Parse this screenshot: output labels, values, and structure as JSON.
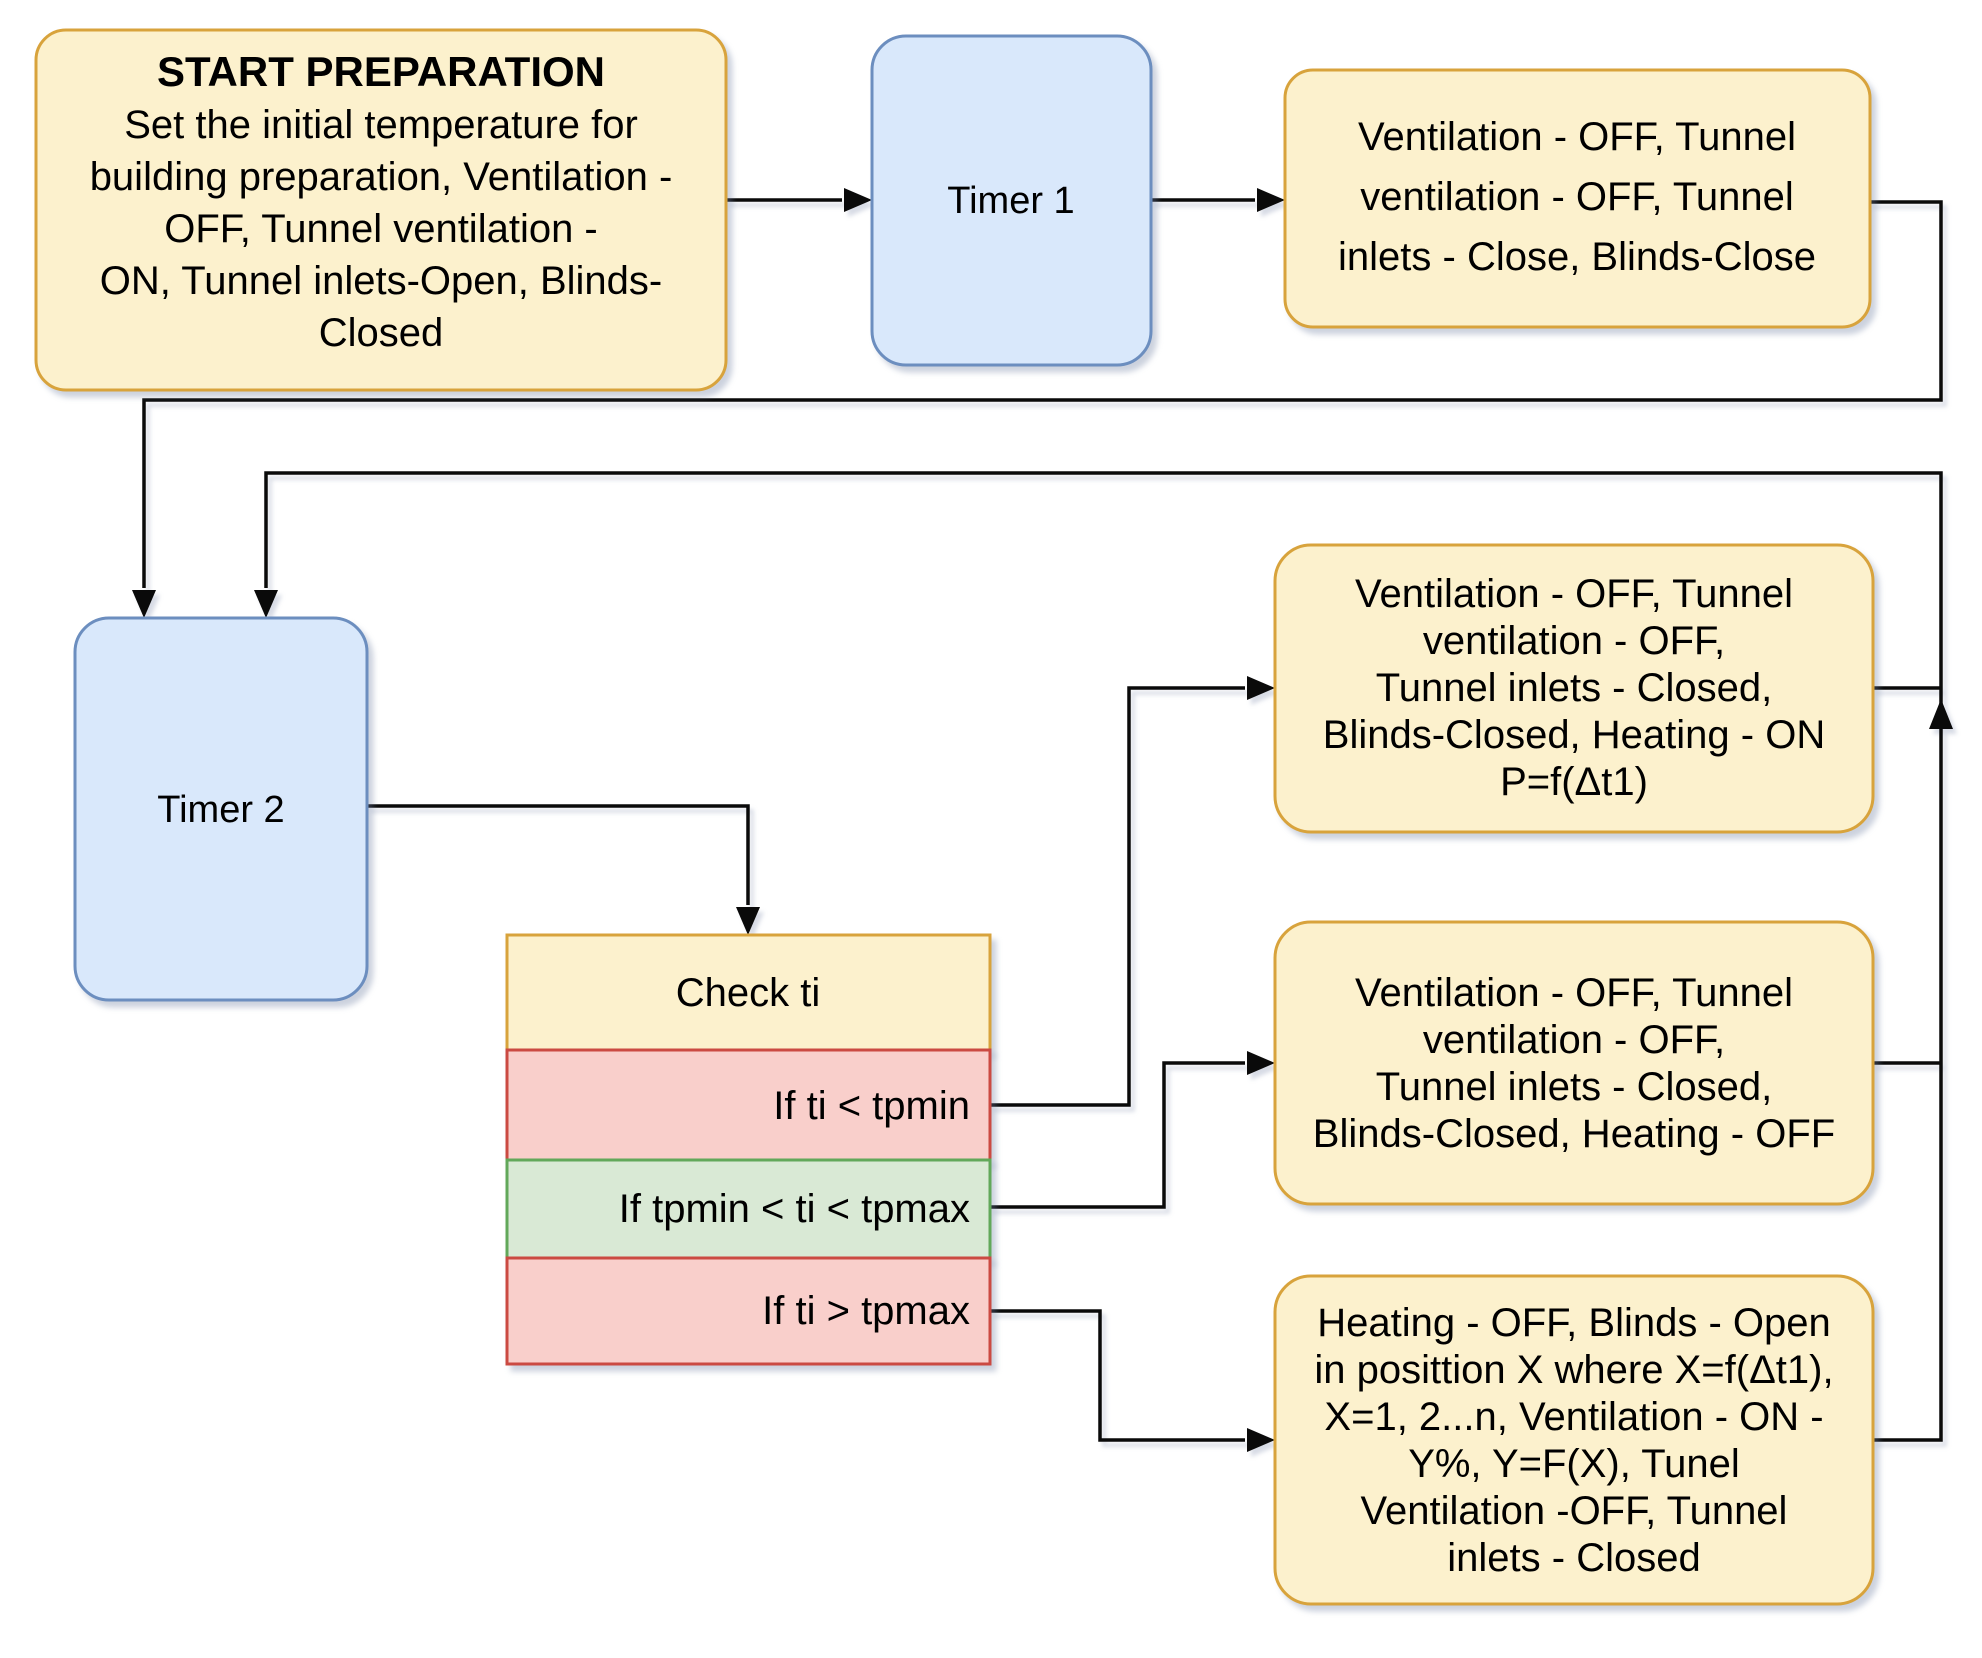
{
  "diagram": {
    "colors": {
      "yellow_fill": "#FCF1CD",
      "yellow_stroke": "#D8A33C",
      "blue_fill": "#D9E8FB",
      "blue_stroke": "#6C8EBF",
      "pink_fill": "#F9CFCB",
      "pink_stroke": "#CB4A42",
      "green_fill": "#D9E9D5",
      "green_stroke": "#62A85A",
      "edge": "#0A0A0A"
    },
    "nodes": {
      "start": {
        "title": "START PREPARATION",
        "lines": [
          "Set the initial temperature for",
          "building preparation, Ventilation -",
          "OFF, Tunnel ventilation -",
          "ON,  Tunnel inlets-Open, Blinds-",
          "Closed"
        ]
      },
      "timer1": {
        "label": "Timer 1"
      },
      "after_timer1": {
        "lines": [
          "Ventilation - OFF, Tunnel",
          "ventilation - OFF, Tunnel",
          "inlets - Close, Blinds-Close"
        ]
      },
      "timer2": {
        "label": "Timer 2"
      },
      "check": {
        "header": "Check ti",
        "branch_low": "If ti < tpmin",
        "branch_mid": "If tpmin < ti < tpmax",
        "branch_high": "If ti > tpmax"
      },
      "heating_on": {
        "lines": [
          "Ventilation - OFF, Tunnel",
          "ventilation - OFF,",
          "Tunnel inlets - Closed,",
          "Blinds-Closed, Heating - ON",
          "P=f(Δt1)"
        ]
      },
      "heating_off": {
        "lines": [
          "Ventilation - OFF, Tunnel",
          "ventilation - OFF,",
          "Tunnel inlets - Closed,",
          "Blinds-Closed, Heating - OFF"
        ]
      },
      "blinds_open": {
        "lines": [
          "Heating - OFF, Blinds - Open",
          "in posittion X where X=f(Δt1),",
          "X=1, 2...n, Ventilation - ON -",
          "Y%, Y=F(X), Tunel",
          "Ventilation -OFF, Tunnel",
          "inlets - Closed"
        ]
      }
    }
  }
}
